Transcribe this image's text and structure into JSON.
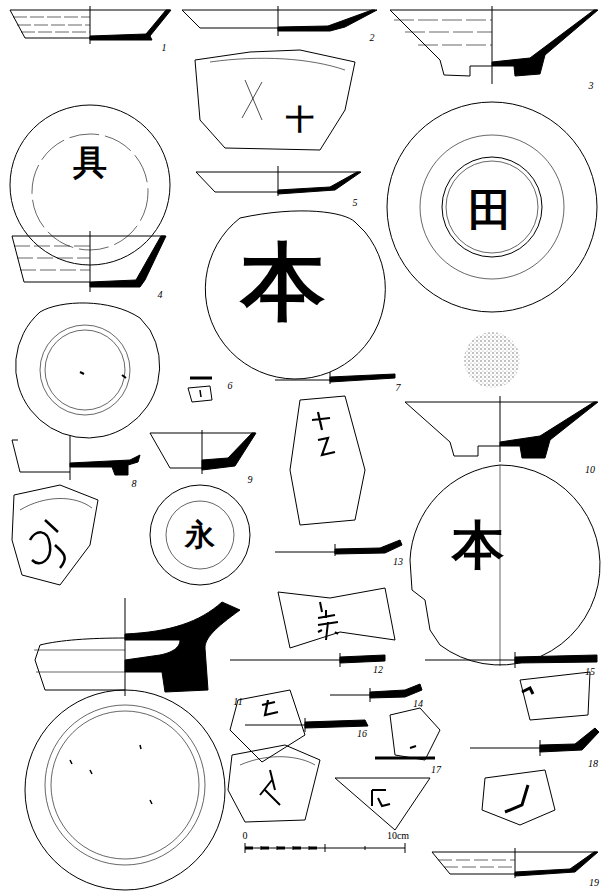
{
  "diagram": {
    "labels": [
      "1",
      "2",
      "3",
      "4",
      "5",
      "6",
      "7",
      "8",
      "9",
      "10",
      "11",
      "12",
      "13",
      "14",
      "15",
      "16",
      "17",
      "18",
      "19",
      "0",
      "10cm",
      "具",
      "十",
      "田",
      "本",
      "本",
      "永"
    ]
  }
}
